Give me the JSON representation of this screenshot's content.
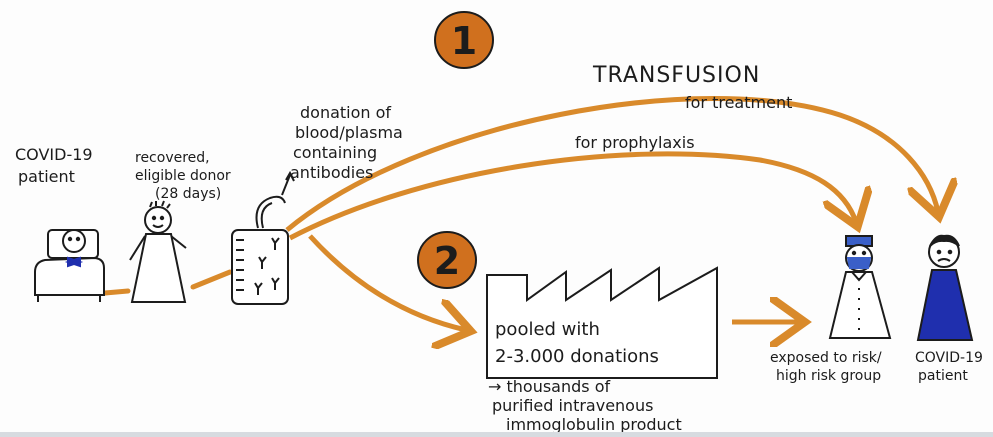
{
  "labels": {
    "covid_patient_left": [
      "COVID-19",
      "patient"
    ],
    "donor": [
      "recovered,",
      "eligible donor",
      "(28 days)"
    ],
    "donation": [
      "donation of",
      "blood/plasma",
      "containing",
      "antibodies"
    ],
    "transfusion": "TRANSFUSION",
    "for_treatment": "for treatment",
    "for_prophylaxis": "for prophylaxis",
    "pooled": [
      "pooled with",
      "2-3.000 donations"
    ],
    "thousands": [
      "→ thousands of",
      "purified intravenous",
      "immoglobulin product"
    ],
    "exposed": [
      "exposed to risk/",
      "high risk group"
    ],
    "covid_patient_right": [
      "COVID-19",
      "patient"
    ]
  },
  "step_numbers": [
    "1",
    "2"
  ],
  "colors": {
    "arrow": "#d98a2b",
    "circle": "#d0701e",
    "ink": "#1c1c1c",
    "mask_blue": "#3a5fc8",
    "patient_blue": "#1f2fae"
  },
  "icons": [
    "hospital-bed-icon",
    "donor-figure-icon",
    "blood-bag-icon",
    "factory-icon",
    "masked-person-icon",
    "patient-figure-icon"
  ]
}
